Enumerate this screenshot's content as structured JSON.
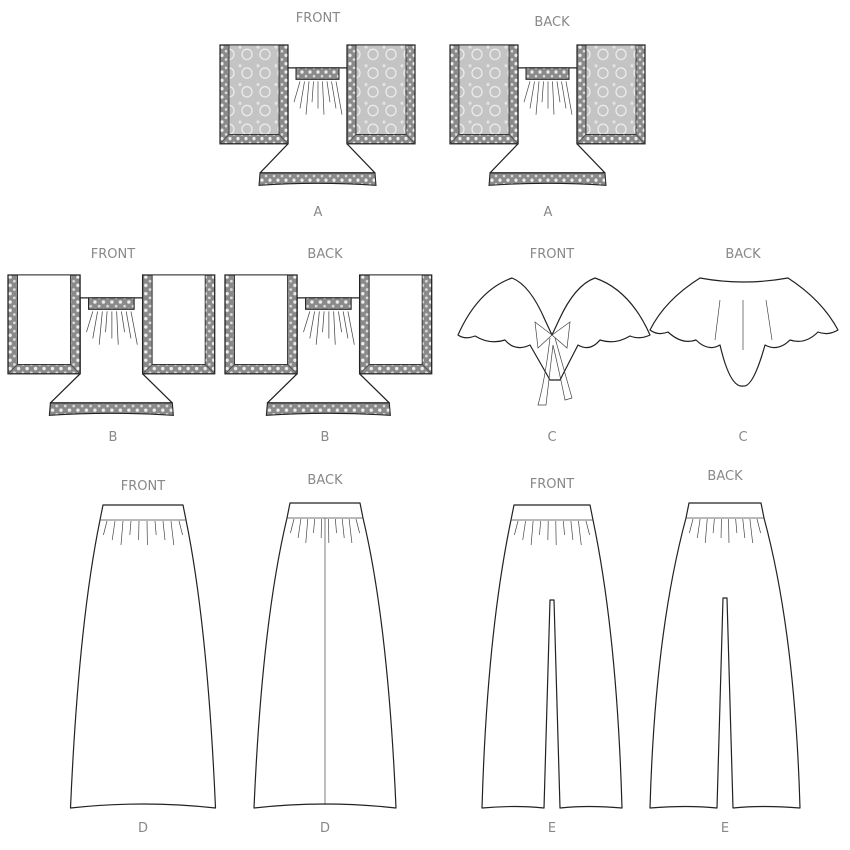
{
  "views": [
    {
      "id": "a-front",
      "view": "FRONT",
      "letter": "A"
    },
    {
      "id": "a-back",
      "view": "BACK",
      "letter": "A"
    },
    {
      "id": "b-front",
      "view": "FRONT",
      "letter": "B"
    },
    {
      "id": "b-back",
      "view": "BACK",
      "letter": "B"
    },
    {
      "id": "c-front",
      "view": "FRONT",
      "letter": "C"
    },
    {
      "id": "c-back",
      "view": "BACK",
      "letter": "C"
    },
    {
      "id": "d-front",
      "view": "FRONT",
      "letter": "D"
    },
    {
      "id": "d-back",
      "view": "BACK",
      "letter": "D"
    },
    {
      "id": "e-front",
      "view": "FRONT",
      "letter": "E"
    },
    {
      "id": "e-back",
      "view": "BACK",
      "letter": "E"
    }
  ],
  "colors": {
    "lace_trim": "#8a8a8a",
    "lace_panel": "#c4c4c4",
    "line": "#222222",
    "label": "#888888"
  }
}
